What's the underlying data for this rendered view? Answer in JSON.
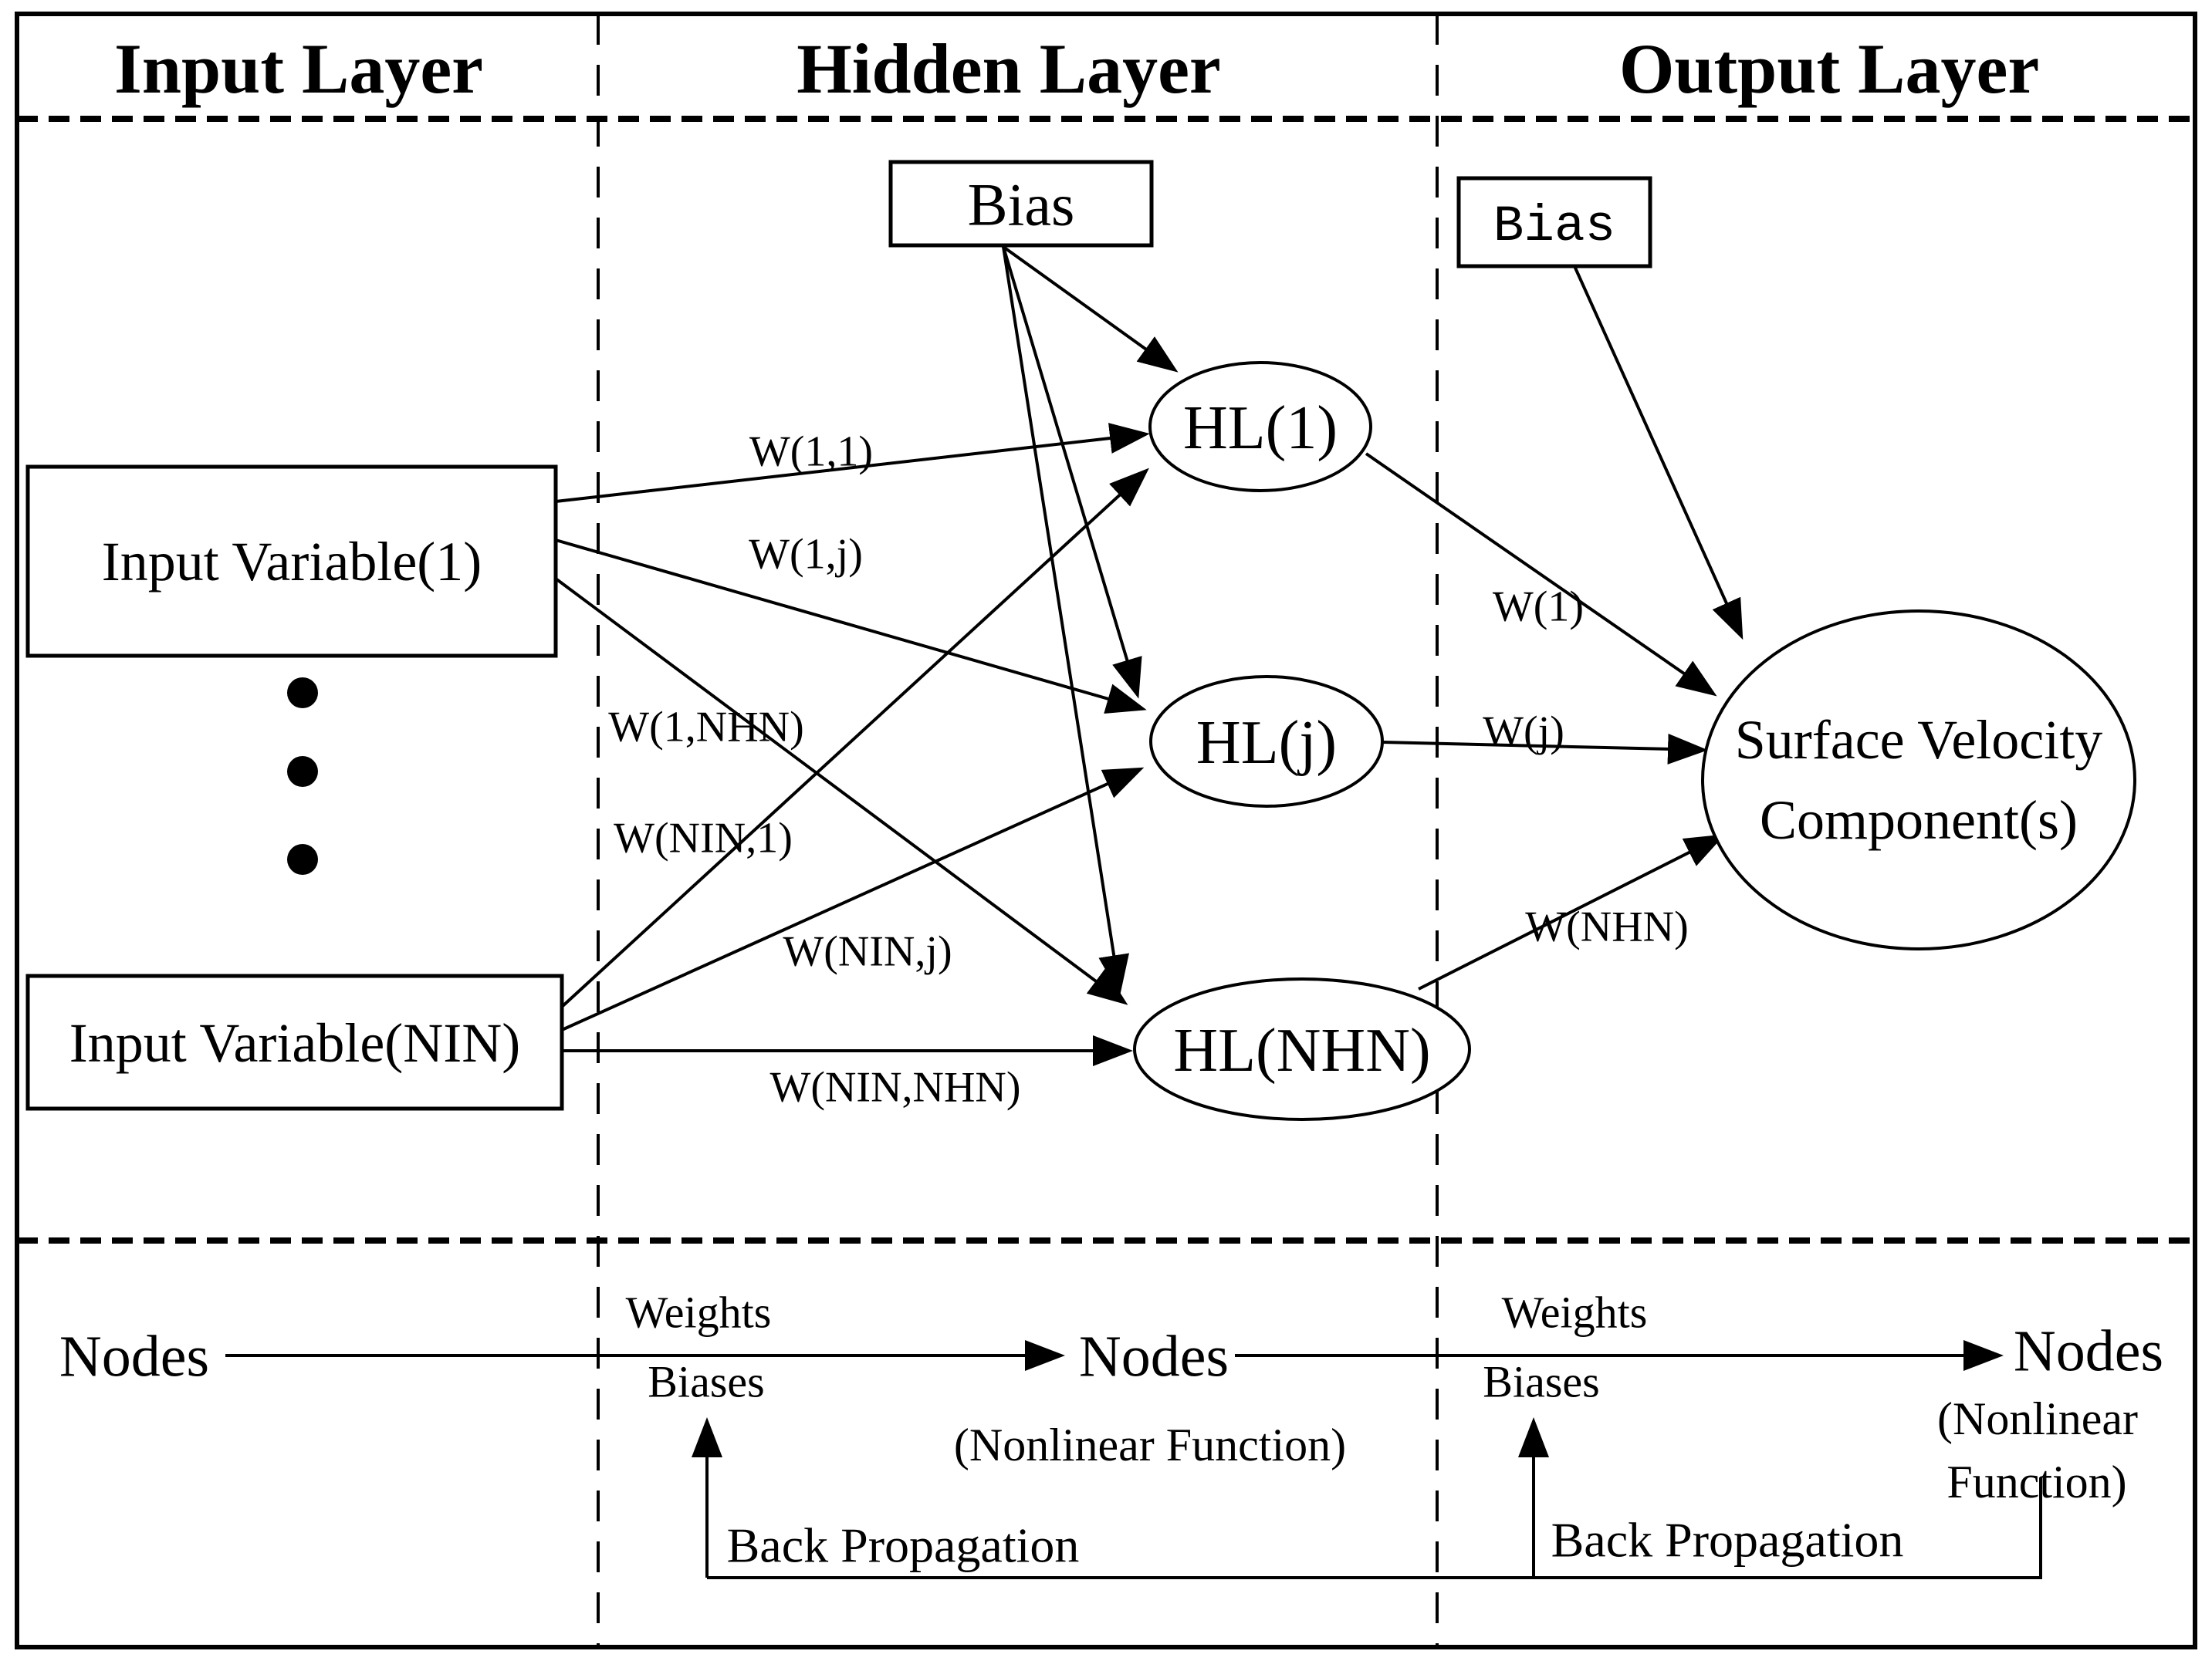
{
  "headers": {
    "input": "Input Layer",
    "hidden": "Hidden Layer",
    "output": "Output Layer"
  },
  "nodes": {
    "bias_hidden": "Bias",
    "bias_output": "Bias",
    "input1": "Input Variable(1)",
    "inputNIN": "Input Variable(NIN)",
    "hl1": "HL(1)",
    "hlj": "HL(j)",
    "hlnhn": "HL(NHN)",
    "output_line1": "Surface Velocity",
    "output_line2": "Component(s)"
  },
  "weights": {
    "w11": "W(1,1)",
    "w1j": "W(1,j)",
    "w1nhn": "W(1,NHN)",
    "wnin1": "W(NIN,1)",
    "wninj": "W(NIN,j)",
    "wninnhn": "W(NIN,NHN)",
    "w1": "W(1)",
    "wj": "W(j)",
    "wnhn": "W(NHN)"
  },
  "bottom": {
    "nodes_input": "Nodes",
    "weights1": "Weights",
    "biases1": "Biases",
    "nodes_hidden": "Nodes",
    "nodes_hidden_sub": "(Nonlinear Function)",
    "weights2": "Weights",
    "biases2": "Biases",
    "nodes_output": "Nodes",
    "nodes_output_sub1": "(Nonlinear",
    "nodes_output_sub2": "Function)",
    "backprop1": "Back Propagation",
    "backprop2": "Back Propagation"
  },
  "colors": {
    "ink": "#000000",
    "background": "#ffffff"
  }
}
